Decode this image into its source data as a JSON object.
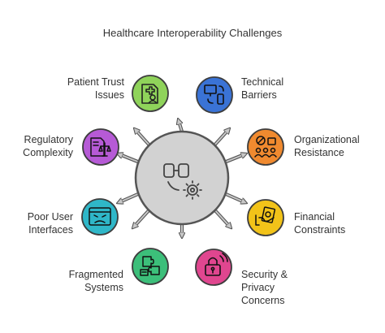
{
  "title": "Healthcare Interoperability Challenges",
  "hub": {
    "icon": "interoperability-gear-icon"
  },
  "challenges": [
    {
      "id": "patient-trust",
      "line1": "Patient Trust",
      "line2": "Issues",
      "line3": "",
      "color": "#8fd35a",
      "icon": "medical-id-icon"
    },
    {
      "id": "technical-barriers",
      "line1": "Technical",
      "line2": "Barriers",
      "line3": "",
      "color": "#3a73d6",
      "icon": "devices-sync-icon"
    },
    {
      "id": "regulatory-complexity",
      "line1": "Regulatory",
      "line2": "Complexity",
      "line3": "",
      "color": "#b65ad6",
      "icon": "legal-scale-document-icon"
    },
    {
      "id": "organizational-resistance",
      "line1": "Organizational",
      "line2": "Resistance",
      "line3": "",
      "color": "#f08a2f",
      "icon": "resistance-group-icon"
    },
    {
      "id": "poor-user-interfaces",
      "line1": "Poor User",
      "line2": "Interfaces",
      "line3": "",
      "color": "#2fb7c8",
      "icon": "frustrated-screen-icon"
    },
    {
      "id": "financial-constraints",
      "line1": "Financial",
      "line2": "Constraints",
      "line3": "",
      "color": "#f2c319",
      "icon": "money-hand-icon"
    },
    {
      "id": "fragmented-systems",
      "line1": "Fragmented",
      "line2": "Systems",
      "line3": "",
      "color": "#3cbf7a",
      "icon": "puzzle-pieces-icon"
    },
    {
      "id": "security-privacy",
      "line1": "Security &",
      "line2": "Privacy",
      "line3": "Concerns",
      "color": "#e0468f",
      "icon": "padlock-icon"
    }
  ]
}
